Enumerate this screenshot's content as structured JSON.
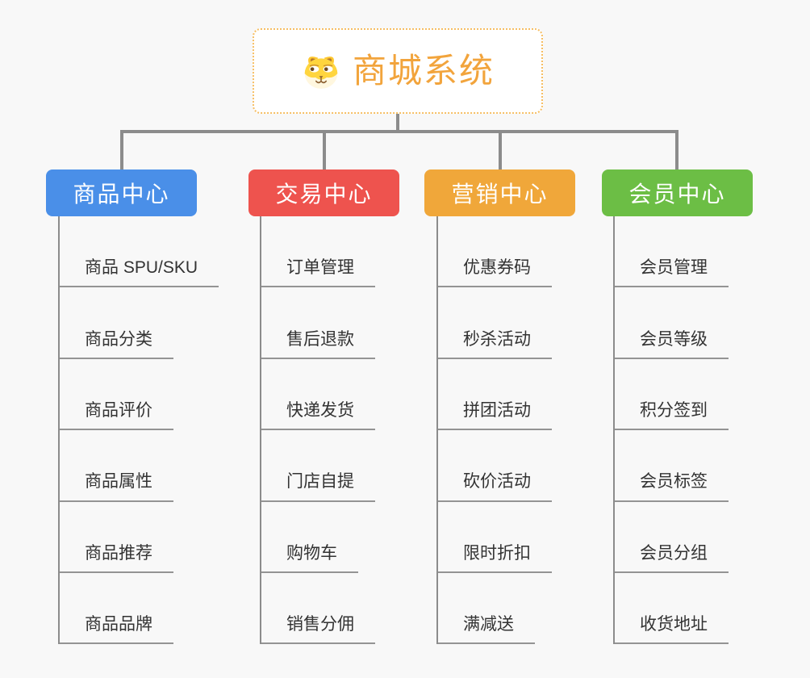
{
  "root": {
    "title": "商城系统",
    "icon": "dog-face-icon"
  },
  "branches": [
    {
      "label": "商品中心",
      "color": "#4A8FE8",
      "items": [
        "商品 SPU/SKU",
        "商品分类",
        "商品评价",
        "商品属性",
        "商品推荐",
        "商品品牌"
      ]
    },
    {
      "label": "交易中心",
      "color": "#EE534E",
      "items": [
        "订单管理",
        "售后退款",
        "快递发货",
        "门店自提",
        "购物车",
        "销售分佣"
      ]
    },
    {
      "label": "营销中心",
      "color": "#F0A73A",
      "items": [
        "优惠券码",
        "秒杀活动",
        "拼团活动",
        "砍价活动",
        "限时折扣",
        "满减送"
      ]
    },
    {
      "label": "会员中心",
      "color": "#6CBE45",
      "items": [
        "会员管理",
        "会员等级",
        "积分签到",
        "会员标签",
        "会员分组",
        "收货地址"
      ]
    }
  ],
  "colors": {
    "background": "#F8F8F8",
    "connector": "#8C8C8C",
    "child_line": "#949494",
    "item_text": "#333333",
    "root_accent": "#F2A43C",
    "root_border": "#F6BE63"
  }
}
